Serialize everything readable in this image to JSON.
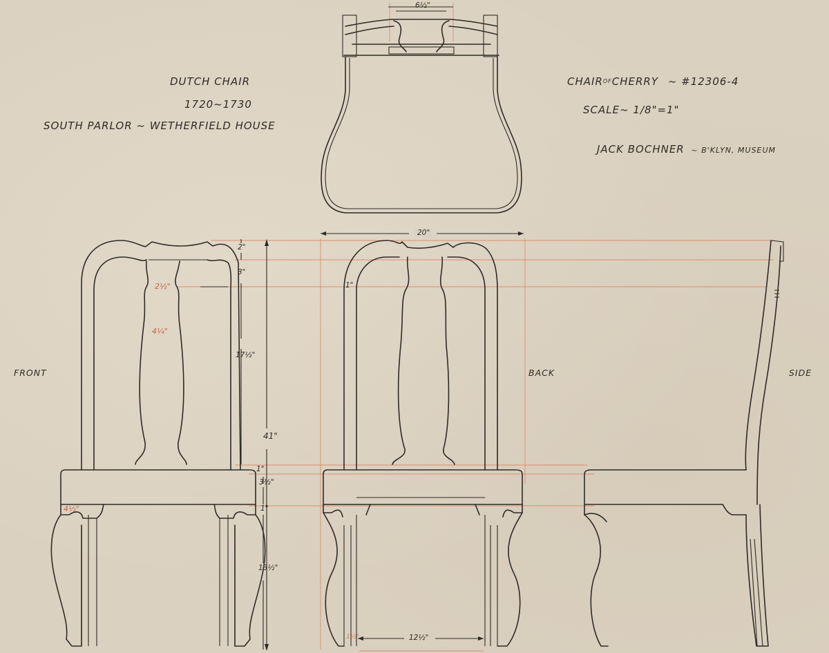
{
  "drawing": {
    "title_block_left": {
      "name": "DUTCH CHAIR",
      "date": "1720~1730",
      "location": "SOUTH PARLOR ~ WETHERFIELD HOUSE"
    },
    "title_block_right": {
      "material_prefix": "CHAIR",
      "material_of": "OF",
      "material": "CHERRY",
      "catalog_number": "~ #12306-4",
      "scale": "SCALE~ 1/8\"=1\"",
      "artist": "JACK BOCHNER",
      "institution": "~ B'KLYN, MUSEUM"
    },
    "views": {
      "front": "FRONT",
      "back": "BACK",
      "side": "SIDE"
    },
    "dimensions": {
      "top_crest_width": "6½\"",
      "seat_width": "20\"",
      "crest_height": "2\"",
      "crest_rail_gap": "3\"",
      "splat_height": "17½\"",
      "overall_height": "41\"",
      "seat_rail_top": "1\"",
      "seat_thickness": "3½\"",
      "apron_offset": "1\"",
      "leg_height": "13½\"",
      "splat_neck_width": "2½\"",
      "splat_body_width": "4¼\"",
      "apron_bracket": "4½\"",
      "stile_width": "1\"",
      "leg_spacing": "12½\"",
      "leg_thickness": "1½\""
    },
    "colors": {
      "paper": "#dbd1c0",
      "ink": "#2e2a26",
      "construction_line": "#d9805f"
    }
  }
}
